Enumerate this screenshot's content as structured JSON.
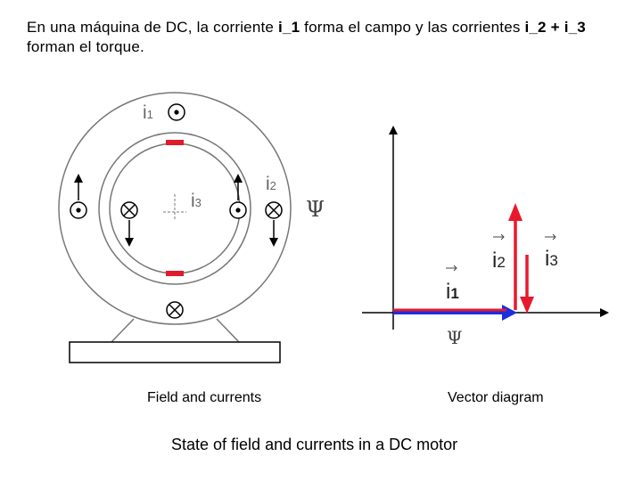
{
  "title": {
    "part1": "En una máquina de DC, la corriente ",
    "i1": "i_1",
    "part2": " forma el campo y las corrientes ",
    "i23": "i_2 + i_3",
    "part3": " forman el torque."
  },
  "motor": {
    "label_i1": "i",
    "sub_i1": "1",
    "label_i2": "i",
    "sub_i2": "2",
    "label_i3": "i",
    "sub_i3": "3",
    "psi": "Ψ"
  },
  "vector": {
    "label_i1": "i",
    "sub_i1": "1",
    "label_i2": "i",
    "sub_i2": "2",
    "label_i3": "i",
    "sub_i3": "3",
    "psi": "Ψ",
    "colors": {
      "i1": "#e8192c",
      "i2": "#e8192c",
      "i3": "#e8192c",
      "field": "#1a2fe0",
      "axis": "#000000"
    }
  },
  "captions": {
    "left": "Field and currents",
    "right": "Vector diagram",
    "footer": "State of field and currents in a DC motor"
  }
}
